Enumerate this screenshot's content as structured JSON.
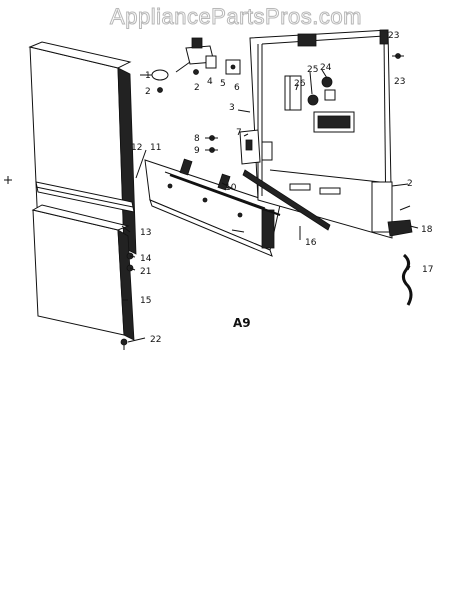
{
  "watermark": "AppliancePartsPros.com",
  "diagram_caption": "A9",
  "callouts": {
    "c1": "1",
    "c2a": "2",
    "c2b": "2",
    "c3": "3",
    "c4": "4",
    "c5": "5",
    "c6": "6",
    "c7": "7",
    "c8": "8",
    "c9": "9",
    "c10": "10",
    "c11": "11",
    "c12": "12",
    "c13": "13",
    "c14": "14",
    "c15": "15",
    "c16": "16",
    "c17": "17",
    "c18": "18",
    "c21": "21",
    "c22": "22",
    "c23a": "23",
    "c23b": "23",
    "c24": "24",
    "c25": "25",
    "c26": "26"
  }
}
